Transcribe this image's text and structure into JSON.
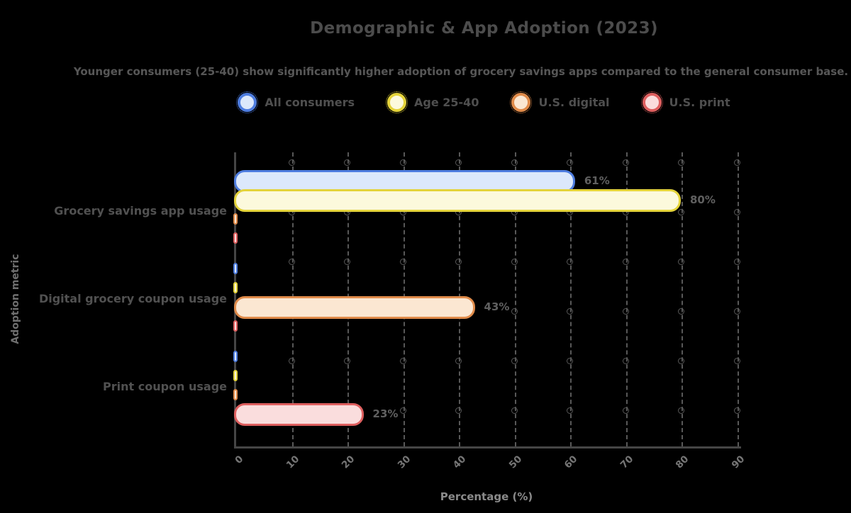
{
  "colors": {
    "background": "#000000",
    "ink": "#4f4f4f",
    "grid": "#585858",
    "axis": "#454545"
  },
  "chart_data": {
    "type": "bar",
    "orientation": "horizontal",
    "title": "Demographic & App Adoption (2023)",
    "subtitle": "Younger consumers (25-40) show significantly higher adoption of grocery savings apps compared to the general consumer base.",
    "xlabel": "Percentage (%)",
    "ylabel": "Adoption metric",
    "xlim": [
      0,
      90
    ],
    "x_ticks": [
      0,
      10,
      20,
      30,
      40,
      50,
      60,
      70,
      80,
      90
    ],
    "grid": "vertical-dashed",
    "legend_position": "top",
    "categories": [
      "Grocery savings app usage",
      "Digital grocery coupon usage",
      "Print coupon usage"
    ],
    "series": [
      {
        "name": "All consumers",
        "values": [
          61,
          0,
          0
        ],
        "value_label": "61%",
        "color": "#4e7de0",
        "fill": "#dce8fb"
      },
      {
        "name": "Age 25-40",
        "values": [
          80,
          0,
          0
        ],
        "value_label": "80%",
        "color": "#e4d33a",
        "fill": "#fcf9dc"
      },
      {
        "name": "U.S. digital",
        "values": [
          0,
          43,
          0
        ],
        "value_label": "43%",
        "color": "#e08b4a",
        "fill": "#fbe7d2"
      },
      {
        "name": "U.S. print",
        "values": [
          0,
          0,
          23
        ],
        "value_label": "23%",
        "color": "#de5f5f",
        "fill": "#fadddd"
      }
    ]
  }
}
